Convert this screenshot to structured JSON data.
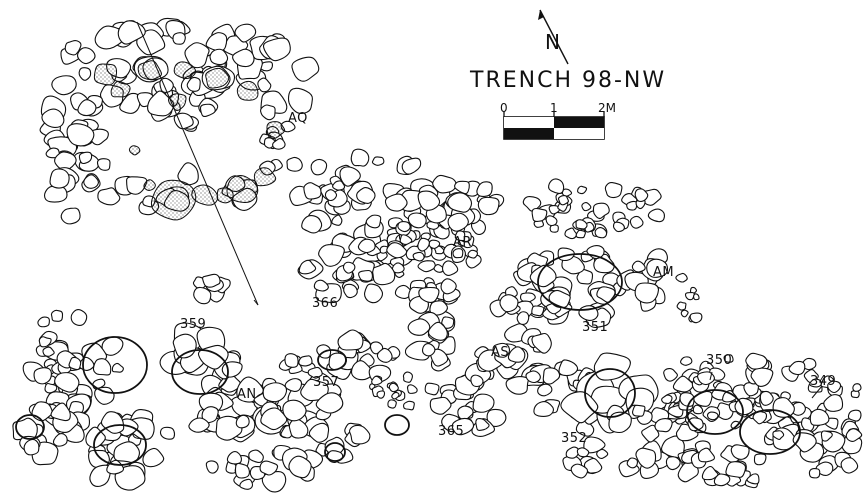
{
  "map": {
    "title": "TRENCH 98-NW",
    "north_label": "N",
    "scale": {
      "ticks": [
        "0",
        "1",
        "2M"
      ]
    },
    "features": [
      {
        "id": "AQ",
        "label": "AQ"
      },
      {
        "id": "AR",
        "label": "AR"
      },
      {
        "id": "AM",
        "label": "AM"
      },
      {
        "id": "AS",
        "label": "AS"
      },
      {
        "id": "AN",
        "label": "AN"
      },
      {
        "id": "366",
        "label": "366"
      },
      {
        "id": "359",
        "label": "359"
      },
      {
        "id": "357",
        "label": "357"
      },
      {
        "id": "351",
        "label": "351"
      },
      {
        "id": "350",
        "label": "350"
      },
      {
        "id": "349",
        "label": "349"
      },
      {
        "id": "365",
        "label": "365"
      },
      {
        "id": "352",
        "label": "352"
      }
    ],
    "colors": {
      "ink": "#111111",
      "paper": "#ffffff"
    }
  }
}
